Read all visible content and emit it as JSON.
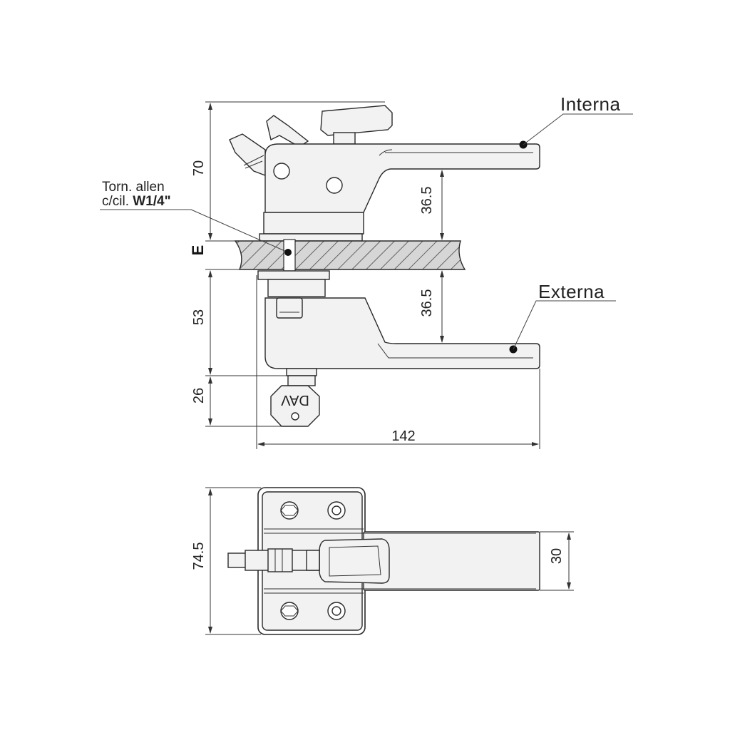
{
  "labels": {
    "interna": "Interna",
    "externa": "Externa",
    "screw_note_line1": "Torn. allen",
    "screw_note_line2_prefix": "c/cil. ",
    "screw_note_line2_bold": "W1/4\"",
    "e": "E",
    "key_brand": "DAV"
  },
  "dimensions": {
    "top_height": "70",
    "upper_gap": "36.5",
    "lower_gap": "36.5",
    "lower_height": "53",
    "key_height": "26",
    "total_length": "142",
    "plan_height": "74.5",
    "plan_handle_width": "30"
  }
}
